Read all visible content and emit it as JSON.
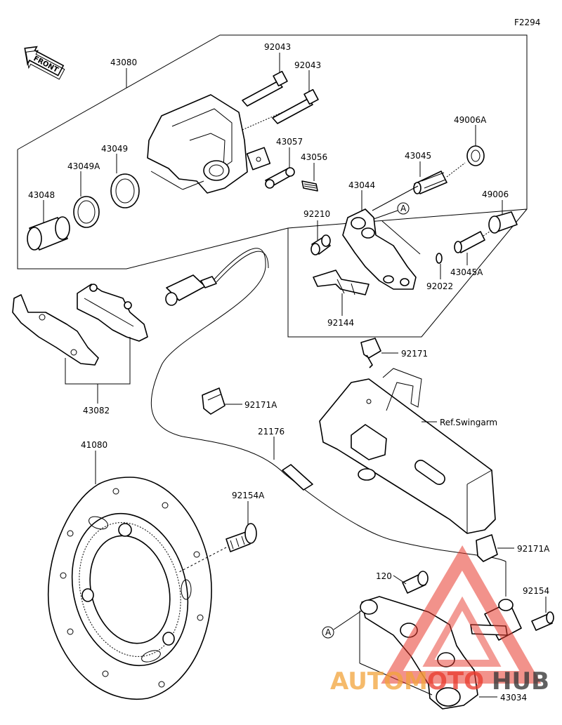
{
  "figure_code": "F2294",
  "front_arrow": "FRONT",
  "labels": {
    "p43080": "43080",
    "p92043a": "92043",
    "p92043b": "92043",
    "p43049": "43049",
    "p43049A": "43049A",
    "p43048": "43048",
    "p43057": "43057",
    "p43056": "43056",
    "p49006A": "49006A",
    "p43045": "43045",
    "p43044": "43044",
    "p49006": "49006",
    "p92210": "92210",
    "p43045A": "43045A",
    "p92022": "92022",
    "p92144": "92144",
    "p43082": "43082",
    "p92171": "92171",
    "p92171A_a": "92171A",
    "ref_swingarm": "Ref.Swingarm",
    "p21176": "21176",
    "p41080": "41080",
    "p92154A": "92154A",
    "p92171A_b": "92171A",
    "p120": "120",
    "p92154": "92154",
    "p43034": "43034",
    "refA_1": "A",
    "refA_2": "A"
  },
  "watermark": {
    "part1": "AUTOM",
    "part2": "OTO",
    "part3": "HUB",
    "color_orange": "#f2a33a",
    "color_red": "#e8382b",
    "color_dark": "#3a3a3a"
  }
}
